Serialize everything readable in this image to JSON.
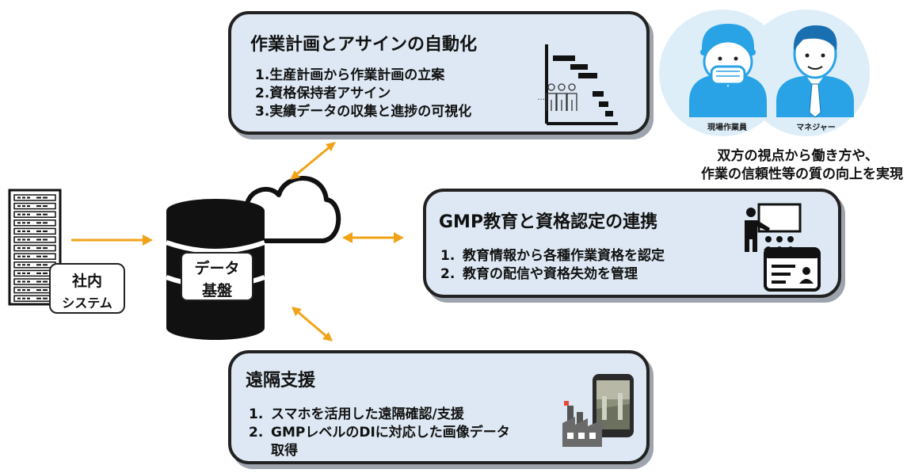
{
  "hub": {
    "line1": "データ",
    "line2": "基盤"
  },
  "internal_system": {
    "line1": "社内",
    "line2": "システム"
  },
  "cards": [
    {
      "title": "作業計画とアサインの自動化",
      "items": [
        "1.生産計画から作業計画の立案",
        "2.資格保持者アサイン",
        "3.実績データの収集と進捗の可視化"
      ]
    },
    {
      "title": "GMP教育と資格認定の連携",
      "items": [
        {
          "num": "1.",
          "text": "教育情報から各種作業資格を認定"
        },
        {
          "num": "2.",
          "text": "教育の配信や資格失効を管理"
        }
      ]
    },
    {
      "title": "遠隔支援",
      "items": [
        {
          "num": "1.",
          "text": "スマホを活用した遠隔確認/支援"
        },
        {
          "num": "2.",
          "text": "GMPレベルのDIに対応した画像データ",
          "cont": "取得"
        }
      ]
    }
  ],
  "personas": {
    "worker": "現場作業員",
    "manager": "マネジャー"
  },
  "caption": {
    "line1": "双方の視点から働き方や、",
    "line2": "作業の信頼性等の質の向上を実現"
  },
  "colors": {
    "card_bg": "#dde8f4",
    "arrow": "#f0a317",
    "persona": "#29a3e6",
    "persona_circle": "#ddeef9",
    "dark": "#111111"
  },
  "icons": [
    "server-rack-icon",
    "database-icon",
    "cloud-icon",
    "gantt-chart-icon",
    "people-icon",
    "teacher-presentation-icon",
    "id-card-icon",
    "smartphone-icon",
    "factory-icon"
  ]
}
